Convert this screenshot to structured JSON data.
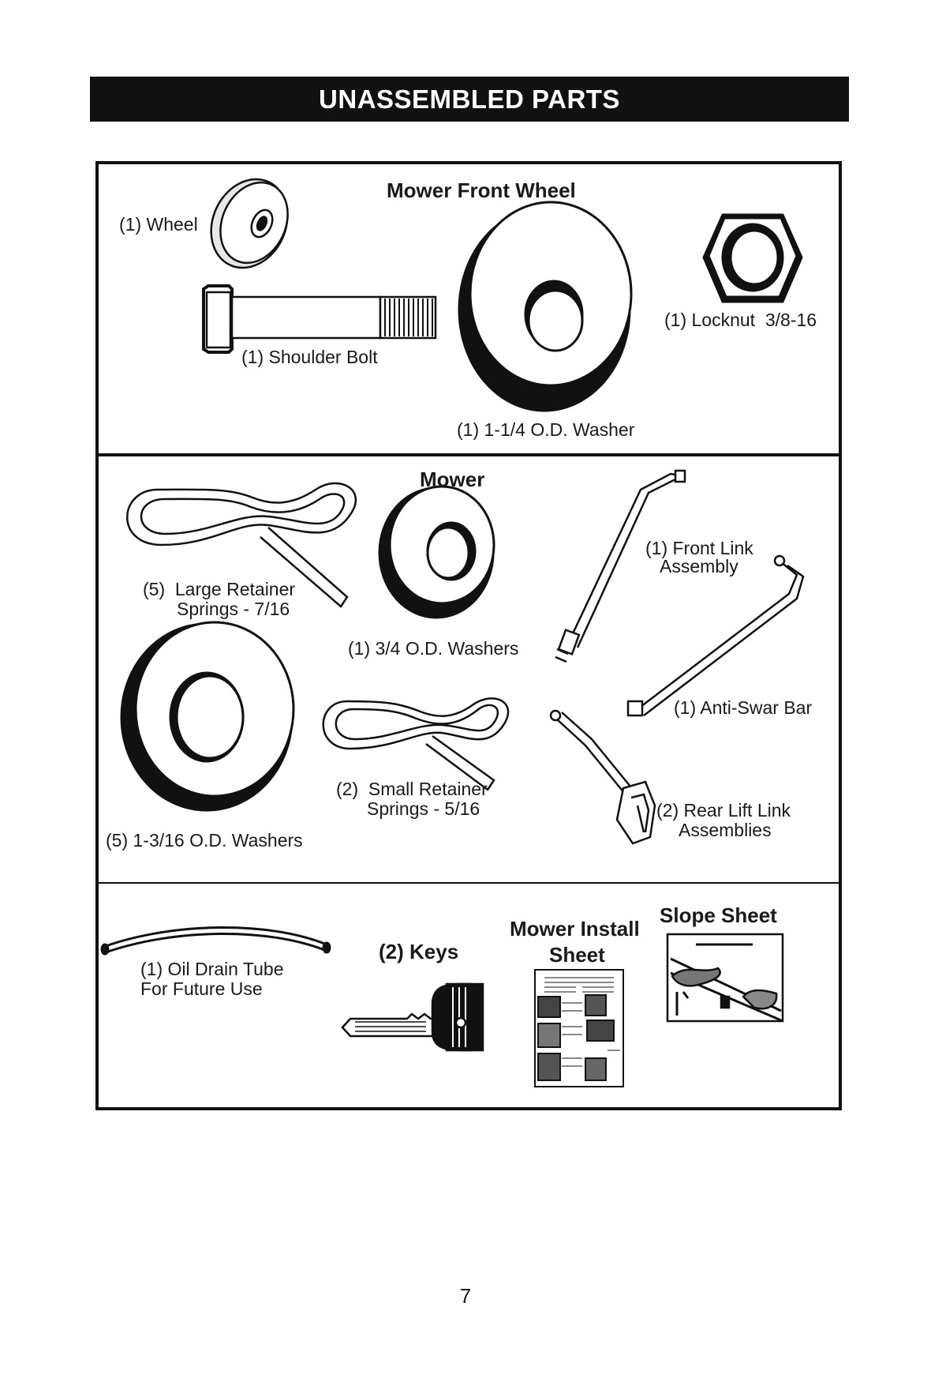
{
  "page": {
    "title": "UNASSEMBLED PARTS",
    "page_number": "7"
  },
  "sections": {
    "front_wheel": {
      "heading": "Mower Front Wheel",
      "wheel": "(1) Wheel",
      "shoulder_bolt": "(1) Shoulder Bolt",
      "washer": "(1) 1-1/4 O.D. Washer",
      "locknut": "(1) Locknut  3/8-16"
    },
    "mower": {
      "heading": "Mower",
      "large_springs_line1": "(5)  Large Retainer",
      "large_springs_line2": "Springs - 7/16",
      "small_washers": "(1) 3/4 O.D. Washers",
      "front_link_line1": "(1) Front Link",
      "front_link_line2": "Assembly",
      "big_washers": "(5) 1-3/16 O.D. Washers",
      "small_springs_line1": "(2)  Small Retainer",
      "small_springs_line2": "Springs - 5/16",
      "anti_swar": "(1) Anti-Swar Bar",
      "rear_lift_line1": "(2) Rear Lift Link",
      "rear_lift_line2": "Assemblies"
    },
    "misc": {
      "drain_line1": "(1) Oil Drain Tube",
      "drain_line2": "For Future Use",
      "keys": "(2) Keys",
      "install_line1": "Mower Install",
      "install_line2": "Sheet",
      "slope": "Slope Sheet"
    }
  },
  "colors": {
    "ink": "#111111",
    "paper": "#ffffff"
  }
}
